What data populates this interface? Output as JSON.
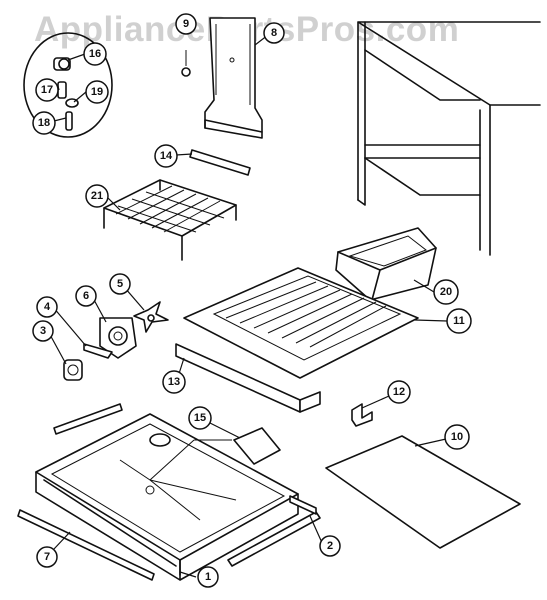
{
  "watermark": "AppliancePartsPros.com",
  "callouts": [
    {
      "id": "1",
      "label": "1"
    },
    {
      "id": "2",
      "label": "2"
    },
    {
      "id": "3",
      "label": "3"
    },
    {
      "id": "4",
      "label": "4"
    },
    {
      "id": "5",
      "label": "5"
    },
    {
      "id": "6",
      "label": "6"
    },
    {
      "id": "7",
      "label": "7"
    },
    {
      "id": "8",
      "label": "8"
    },
    {
      "id": "9",
      "label": "9"
    },
    {
      "id": "10",
      "label": "10"
    },
    {
      "id": "11",
      "label": "11"
    },
    {
      "id": "12",
      "label": "12"
    },
    {
      "id": "13",
      "label": "13"
    },
    {
      "id": "14",
      "label": "14"
    },
    {
      "id": "15",
      "label": "15"
    },
    {
      "id": "16",
      "label": "16"
    },
    {
      "id": "17",
      "label": "17"
    },
    {
      "id": "18",
      "label": "18"
    },
    {
      "id": "19",
      "label": "19"
    },
    {
      "id": "20",
      "label": "20"
    },
    {
      "id": "21",
      "label": "21"
    }
  ]
}
